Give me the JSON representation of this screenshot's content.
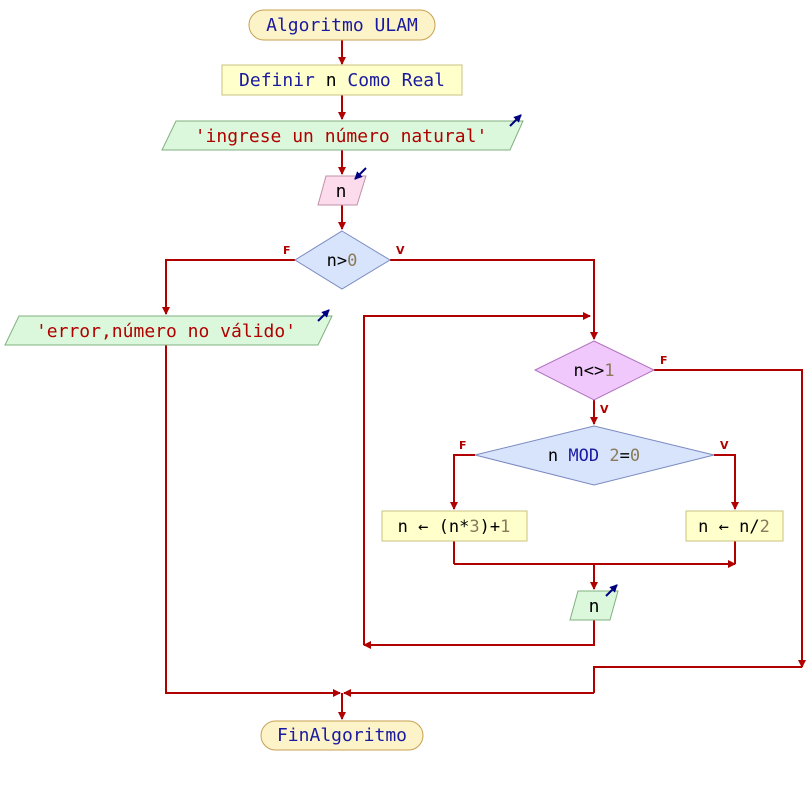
{
  "diagram": {
    "start": {
      "pre": "Algoritmo",
      "name": "ULAM"
    },
    "define": {
      "kw1": "Definir",
      "var": "n",
      "kw2": "Como",
      "type": "Real"
    },
    "prompt": "'ingrese un número natural'",
    "read_var": "n",
    "cond1": {
      "var": "n",
      "op": ">",
      "num": "0",
      "false_label": "F",
      "true_label": "V"
    },
    "error_msg": "'error,número no válido'",
    "cond2": {
      "var": "n",
      "op": "<>",
      "num": "1",
      "false_label": "F",
      "true_label": "V"
    },
    "cond3": {
      "var": "n",
      "kw": "MOD",
      "num": "2",
      "op": "=",
      "num2": "0",
      "false_label": "F",
      "true_label": "V"
    },
    "assign_false": {
      "var": "n",
      "arrow": "←",
      "open": "(",
      "var2": "n",
      "star": "*",
      "num": "3",
      "close": ")",
      "plus": "+",
      "num2": "1"
    },
    "assign_true": {
      "var": "n",
      "arrow": "←",
      "var2": "n",
      "slash": "/",
      "num": "2"
    },
    "write_var": "n",
    "end": "FinAlgoritmo",
    "colors": {
      "line": "#b00000",
      "text": "#1a1aa0",
      "string": "#b00000",
      "number": "#8a7a5a",
      "terminal_fill": "#fcf4c8",
      "process_fill": "#ffffcc",
      "output_fill": "#dcf8dc",
      "input_fill": "#fcdcec",
      "decision_fill": "#d8e4fc",
      "loop_fill": "#f0c8fc"
    }
  }
}
